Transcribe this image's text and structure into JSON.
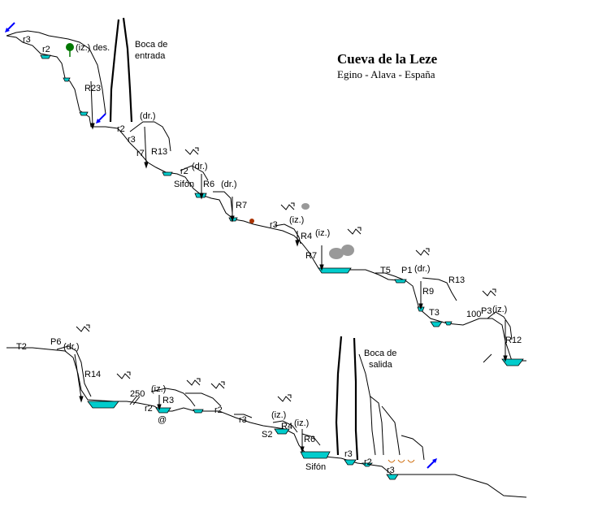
{
  "title": "Cueva de la Leze",
  "subtitle": "Egino - Alava - España",
  "entrance_label": [
    "Boca de",
    "entrada"
  ],
  "exit_label": [
    "Boca de",
    "salida"
  ],
  "labels_top": [
    "r3",
    "r2",
    "(iz.) des.",
    "R23",
    "r2",
    "(dr.)",
    "r3",
    "r7",
    "R13",
    "r2",
    "(dr.)",
    "Sifón",
    "R6",
    "(dr.)",
    "R7",
    "r3",
    "(iz.)",
    "R4",
    "(iz.)",
    "R7",
    "T5",
    "P1",
    "(dr.)",
    "R13",
    "R9",
    "T3",
    "100",
    "P3",
    "(iz.)",
    "R12"
  ],
  "labels_bottom": [
    "T2",
    "P6",
    "(dr.)",
    "R14",
    "250",
    "(iz.)",
    "R3",
    "r2",
    "@",
    "r2",
    "r3",
    "(iz.)",
    "S2",
    "R4",
    "(iz.)",
    "R6",
    "Sifón",
    "r3",
    "r2",
    "r3"
  ],
  "colors": {
    "water": "#00cccc",
    "arrow_blue": "#0000ff",
    "tree": "#007700",
    "rock": "#999999"
  },
  "icons": [
    "entrance-arrow-icon",
    "tree-icon",
    "draft-arrow-icon",
    "rock-icon",
    "exit-arrow-icon"
  ]
}
